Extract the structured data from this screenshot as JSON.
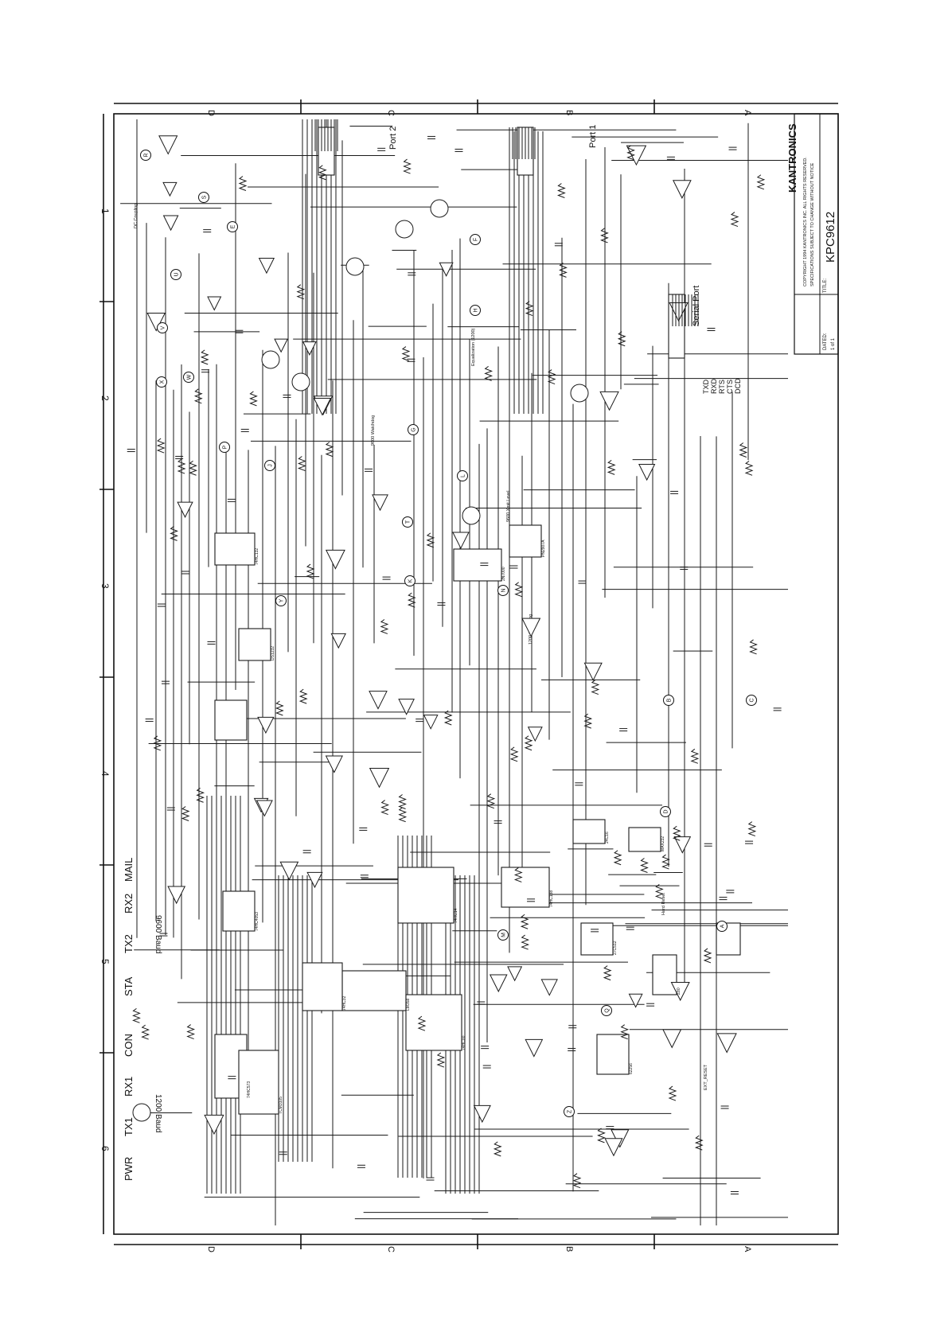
{
  "border": {
    "top_zones": [
      "D",
      "C",
      "B",
      "A"
    ],
    "bottom_zones": [
      "D",
      "C",
      "B",
      "A"
    ],
    "side_zones": [
      "1",
      "2",
      "3",
      "4",
      "5",
      "6"
    ]
  },
  "title_block": {
    "company": "KANTRONICS",
    "copyright": "COPYRIGHT 1994 KANTRONICS INC. ALL RIGHTS RESERVED.",
    "spec_notice": "SPECIFICATIONS SUBJECT TO CHANGE WITHOUT NOTICE",
    "title_label": "TITLE:",
    "title": "KPC9612",
    "sheet_label": "DATED:",
    "sheet": "1 of 1"
  },
  "connectors": {
    "port2": "Port 2",
    "port1": "Port 1",
    "serial_port": "Serial Port",
    "serial_signals": [
      "TXD",
      "RXD",
      "RTS",
      "CTS",
      "DCD"
    ]
  },
  "led_panel": {
    "labels": [
      "PWR",
      "TX1",
      "RX1",
      "CON",
      "STA",
      "TX2",
      "RX2",
      "MAIL"
    ],
    "baud_1200": "1200 Baud",
    "baud_9600": "9600 Baud"
  },
  "ic_labels": [
    "74HC14",
    "LM358",
    "74HC00",
    "74HC138",
    "74HC573",
    "74HC32",
    "74HC4053",
    "TCM3105",
    "2N7000",
    "PN2907A",
    "74HC132",
    "DS1232",
    "24C16",
    "MAX232",
    "Z80",
    "27C512",
    "62256"
  ],
  "net_labels": [
    "A",
    "B",
    "C",
    "D",
    "E",
    "F",
    "G",
    "H",
    "J",
    "K",
    "L",
    "M",
    "N",
    "P",
    "Q",
    "R",
    "S",
    "T",
    "U",
    "V",
    "W",
    "X",
    "Y",
    "Z"
  ],
  "annotations": {
    "dc_coupling": "DC Coupling",
    "equalization": "Equalization (1200)",
    "xmit_level": "9600 Xmit Level",
    "watchdog_9600": "9600 Watchdog",
    "watchdog_1200": "1200 Watchdog",
    "xmit_1200": "1200 Xmit Level",
    "hard_reset": "Hard Reset",
    "ext_reset": "EXT_RESET"
  }
}
